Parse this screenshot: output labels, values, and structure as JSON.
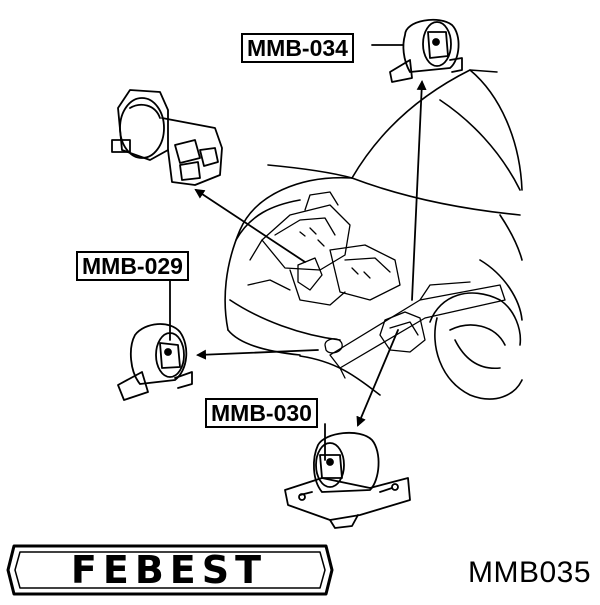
{
  "callouts": {
    "upper_right": "MMB-034",
    "left": "MMB-029",
    "lower": "MMB-030"
  },
  "brand": {
    "name": "FEBEST",
    "part_number": "MMB035"
  },
  "colors": {
    "line": "#000000",
    "background": "#ffffff"
  }
}
